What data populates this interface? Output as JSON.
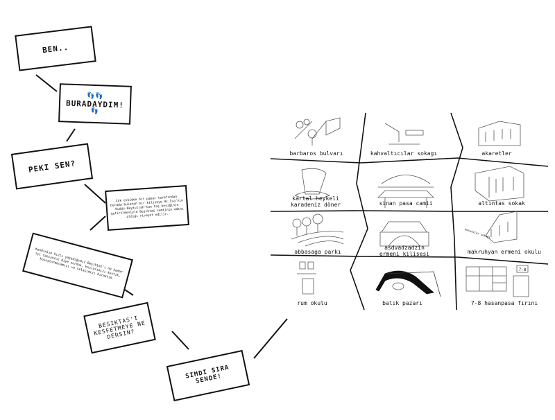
{
  "story_cards": [
    {
      "id": "ben",
      "text": "BEN.."
    },
    {
      "id": "buradaydim",
      "text": "BURADAYDIM!"
    },
    {
      "id": "peki_sen",
      "text": "PEKI SEN?"
    },
    {
      "id": "history",
      "text": "Çok eskiden bir papaz tarafından burada bulunan bir kiliseye Hz.İsa'nın Kudüs-Beytullah'tan taş beşiğinin getirilmesiyle Beşiktaş semtinin adını aldığı rivayet edilir."
    },
    {
      "id": "question",
      "text": "Kendinize hızlı yaşadığımız Beşiktaş'ı ne kadar iyi tanıyoruz diye sorduk. Hızlarımızı kestik, koşuşturmacamızı ve telaşımızı bıraktık."
    },
    {
      "id": "kesfet",
      "text": "BESIKTAS'I KESFETMEYE NE DERSIN?"
    },
    {
      "id": "simdi",
      "text": "SIMDI SIRA SENDE!"
    }
  ],
  "places": [
    {
      "label": "barbaros bulvarı"
    },
    {
      "label": "kahvaltıcılar sokagı"
    },
    {
      "label": "akaretler"
    },
    {
      "label1": "kartal heykeli",
      "label2": "karadeniz döner"
    },
    {
      "label": "sinan pasa camii"
    },
    {
      "label": "altıntas sokak"
    },
    {
      "label": "abbasaga parkı"
    },
    {
      "label1": "asdvadzadzin",
      "label2": "ermeni kilisesi"
    },
    {
      "label": "makruhyan ermeni okulu",
      "street": "mesukiler sokağı"
    },
    {
      "label": "rum okulu"
    },
    {
      "label": "balık pazarı"
    },
    {
      "label": "7-8 hasanpasa fırını",
      "sign": "7-8"
    }
  ]
}
